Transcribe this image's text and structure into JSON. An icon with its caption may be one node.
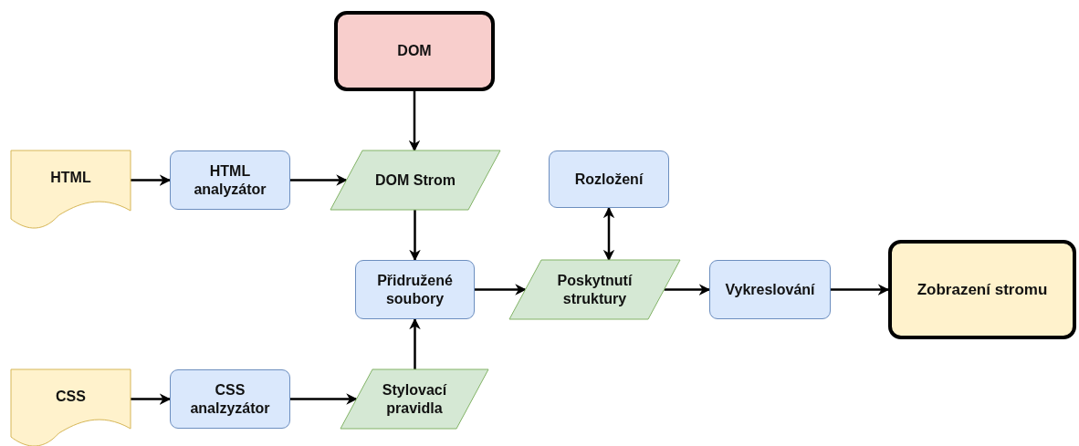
{
  "diagram": {
    "nodes": [
      {
        "text": [
          "DOM"
        ]
      },
      {
        "text": [
          "HTML"
        ]
      },
      {
        "text": [
          "HTML analyzátor"
        ]
      },
      {
        "text": [
          "DOM Strom"
        ]
      },
      {
        "text": [
          "Rozložení"
        ]
      },
      {
        "text": [
          "Přidružené soubory"
        ]
      },
      {
        "text": [
          "Poskytnutí struktury"
        ]
      },
      {
        "text": [
          "Vykreslování"
        ]
      },
      {
        "text": [
          "Zobrazení stromu"
        ]
      },
      {
        "text": [
          "CSS"
        ]
      },
      {
        "text": [
          "CSS analzyzátor"
        ]
      },
      {
        "text": [
          "Stylovací pravidla"
        ]
      }
    ],
    "edges": [
      {
        "from": 0,
        "to": 3,
        "arrow": "to"
      },
      {
        "from": 1,
        "to": 2,
        "arrow": "to"
      },
      {
        "from": 2,
        "to": 3,
        "arrow": "to"
      },
      {
        "from": 3,
        "to": 5,
        "arrow": "to"
      },
      {
        "from": 11,
        "to": 5,
        "arrow": "to"
      },
      {
        "from": 5,
        "to": 6,
        "arrow": "to"
      },
      {
        "from": 6,
        "to": 4,
        "arrow": "both"
      },
      {
        "from": 6,
        "to": 7,
        "arrow": "to"
      },
      {
        "from": 7,
        "to": 8,
        "arrow": "to"
      },
      {
        "from": 9,
        "to": 10,
        "arrow": "to"
      },
      {
        "from": 10,
        "to": 11,
        "arrow": "to"
      }
    ]
  }
}
